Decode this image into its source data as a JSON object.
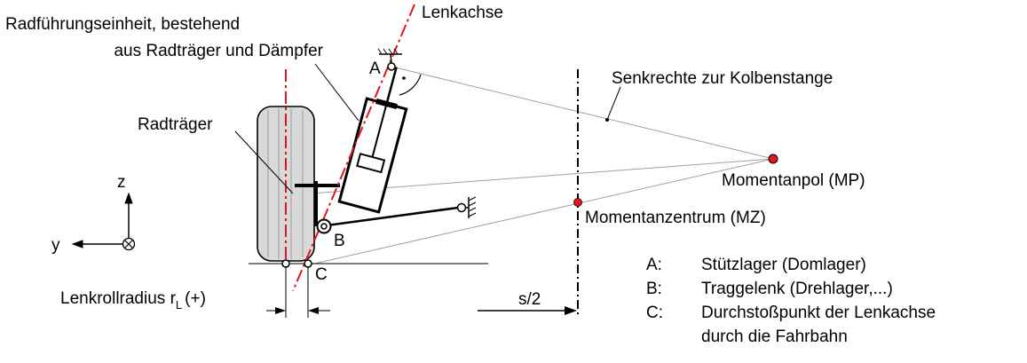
{
  "labels": {
    "steering_axis": "Lenkachse",
    "wheel_guide_unit_line1": "Radführungseinheit, bestehend",
    "wheel_guide_unit_line2": "aus Radträger und Dämpfer",
    "wheel_carrier": "Radträger",
    "perpendicular": "Senkrechte zur Kolbenstange",
    "moment_pole": "Momentanpol (MP)",
    "moment_center": "Momentanzentrum (MZ)",
    "point_a": "A",
    "point_b": "B",
    "point_c": "C",
    "axis_z": "z",
    "axis_y": "y",
    "scrub_radius_main": "Lenkrollradius r",
    "scrub_radius_sub": "L",
    "scrub_radius_sign": "(+)",
    "half_track": "s/2"
  },
  "legend": [
    {
      "key": "A:",
      "text": "Stützlager (Domlager)"
    },
    {
      "key": "B:",
      "text": "Traggelenk (Drehlager,...)"
    },
    {
      "key": "C:",
      "text": "Durchstoßpunkt der Lenkachse"
    },
    {
      "key": "",
      "text": "durch die Fahrbahn"
    }
  ],
  "colors": {
    "line": "#000000",
    "guide_lines": "#a0a0a0",
    "axis_dashdot": "#e3151d",
    "points": "#e3151d",
    "tire_fill": "#d9d9d9"
  }
}
